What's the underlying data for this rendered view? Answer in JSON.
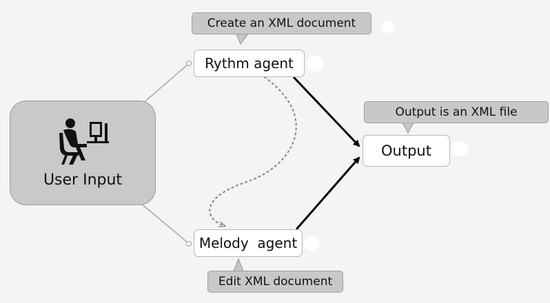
{
  "nodes": {
    "user_input": {
      "label": "User Input",
      "icon": "user-at-computer-icon"
    },
    "rythm_agent": {
      "label": "Rythm agent"
    },
    "melody_agent": {
      "label": "Melody  agent"
    },
    "output": {
      "label": "Output"
    }
  },
  "callouts": {
    "rythm": "Create an XML document",
    "output": "Output is an XML file",
    "melody": "Edit XML document"
  },
  "colors": {
    "background": "#f4f4f4",
    "user_node_fill": "#c9c9c9",
    "callout_fill": "#c8c8c8",
    "box_fill": "#ffffff",
    "connector_gray": "#a8a8a8",
    "arrow_black": "#000000",
    "dotted_gray": "#8a8a8a"
  }
}
